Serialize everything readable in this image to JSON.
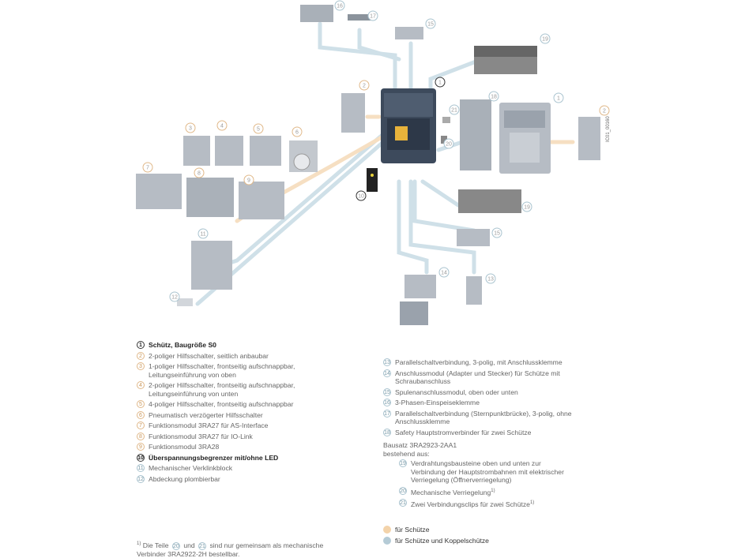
{
  "diagram": {
    "code": "IC01_00160",
    "callouts": [
      "1",
      "2",
      "3",
      "4",
      "5",
      "6",
      "7",
      "8",
      "9",
      "10",
      "11",
      "12",
      "13",
      "14",
      "15",
      "16",
      "17",
      "18",
      "19",
      "20",
      "21"
    ]
  },
  "legend_left": [
    {
      "num": "1",
      "text": "Schütz, Baugröße S0",
      "style": "black",
      "bold": true
    },
    {
      "num": "2",
      "text": "2-poliger Hilfsschalter, seitlich anbaubar",
      "style": "orange"
    },
    {
      "num": "3",
      "text": "1-poliger Hilfsschalter, frontseitig aufschnappbar, Leitungseinführung von oben",
      "style": "orange"
    },
    {
      "num": "4",
      "text": "2-poliger Hilfsschalter, frontseitig aufschnappbar, Leitungseinführung von unten",
      "style": "orange"
    },
    {
      "num": "5",
      "text": "4-poliger Hilfsschalter, frontseitig aufschnappbar",
      "style": "orange"
    },
    {
      "num": "6",
      "text": "Pneumatisch verzögerter Hilfsschalter",
      "style": "orange"
    },
    {
      "num": "7",
      "text": "Funktionsmodul 3RA27 für AS-Interface",
      "style": "orange"
    },
    {
      "num": "8",
      "text": "Funktionsmodul 3RA27 für IO-Link",
      "style": "orange"
    },
    {
      "num": "9",
      "text": "Funktionsmodul 3RA28",
      "style": "orange"
    },
    {
      "num": "10",
      "text": "Überspannungsbegrenzer mit/ohne LED",
      "style": "black",
      "bold": true
    },
    {
      "num": "11",
      "text": "Mechanischer Verklinkblock",
      "style": "blue"
    },
    {
      "num": "12",
      "text": "Abdeckung plombierbar",
      "style": "blue"
    }
  ],
  "legend_right": [
    {
      "num": "13",
      "text": "Parallelschaltverbindung, 3-polig, mit Anschlussklemme",
      "style": "blue"
    },
    {
      "num": "14",
      "text": "Anschlussmodul (Adapter und Stecker) für Schütze mit Schraubanschluss",
      "style": "blue"
    },
    {
      "num": "15",
      "text": "Spulenanschlussmodul, oben oder unten",
      "style": "blue"
    },
    {
      "num": "16",
      "text": "3-Phasen-Einspeiseklemme",
      "style": "blue"
    },
    {
      "num": "17",
      "text": "Parallelschaltverbindung (Sternpunktbrücke), 3-polig, ohne Anschlussklemme",
      "style": "blue"
    },
    {
      "num": "18",
      "text": "Safety Hauptstromverbinder für zwei Schütze",
      "style": "blue"
    }
  ],
  "kit": {
    "title": "Bausatz 3RA2923-2AA1",
    "subtitle": "bestehend aus:",
    "items": [
      {
        "num": "19",
        "text": "Verdrahtungsbausteine oben und unten zur Verbindung der Hauptstrombahnen mit elektrischer Verriegelung (Öffnerverriegelung)"
      },
      {
        "num": "20",
        "text": "Mechanische Verriegelung",
        "sup": "1)"
      },
      {
        "num": "21",
        "text": "Zwei Verbindungsclips für zwei Schütze",
        "sup": "1)"
      }
    ]
  },
  "swatches": [
    {
      "label": "für Schütze",
      "color": "#f3d3aa"
    },
    {
      "label": "für Schütze und Koppelschütze",
      "color": "#b5cbd6"
    }
  ],
  "footnote": {
    "mark": "1)",
    "part1": "Die Teile",
    "n1": "20",
    "and": "und",
    "n2": "21",
    "part2": "sind nur gemeinsam als mechanische",
    "line2": "Verbinder 3RA2922-2H bestellbar."
  }
}
